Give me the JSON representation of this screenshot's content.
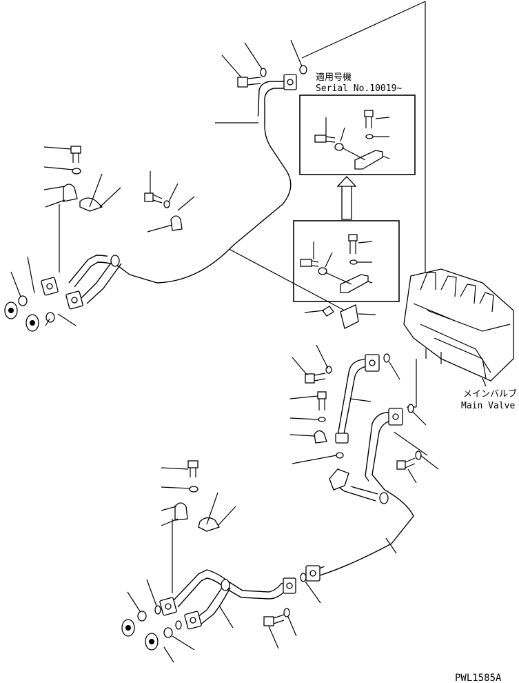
{
  "header_note": {
    "applicable_models": "適用号機",
    "serial": "Serial No.10019~"
  },
  "main_valve": {
    "label_jp": "メインバルブ",
    "label_en": "Main Valve"
  },
  "drawing_code": "PWL1585A"
}
